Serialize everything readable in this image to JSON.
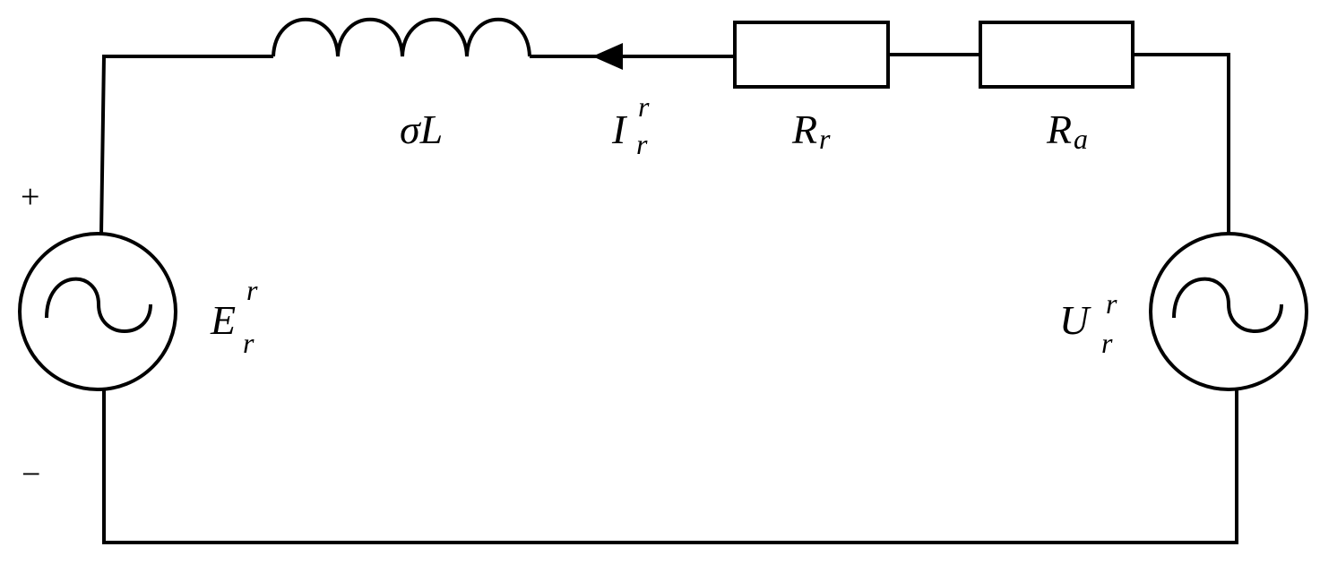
{
  "components": {
    "inductor": {
      "symbol": "σL"
    },
    "current": {
      "symbol": "I",
      "sup": "r",
      "sub": "r"
    },
    "resistor_r": {
      "symbol": "R",
      "sub": "r"
    },
    "resistor_a": {
      "symbol": "R",
      "sub": "a"
    },
    "source_left": {
      "symbol": "E",
      "sup": "r",
      "sub": "r",
      "plus": "+",
      "minus": "−"
    },
    "source_right": {
      "symbol": "U",
      "sup": "r",
      "sub": "r"
    }
  },
  "colors": {
    "stroke": "#000000",
    "background": "#ffffff"
  }
}
